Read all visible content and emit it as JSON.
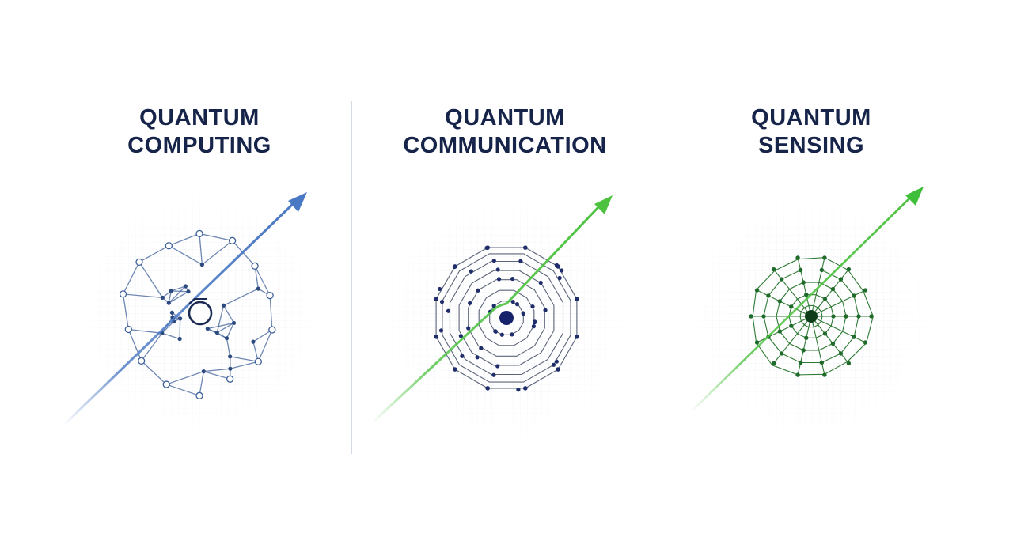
{
  "panels": [
    {
      "id": "computing",
      "title_line1": "QUANTUM",
      "title_line2": "COMPUTING",
      "network_icon": "quantum-network-icon",
      "arrow_icon": "growth-arrow-icon",
      "colors": {
        "network": "#3d5f9a",
        "arrow": "#4a78c4",
        "center": "#1a2a52"
      }
    },
    {
      "id": "communication",
      "title_line1": "QUANTUM",
      "title_line2": "COMMUNICATION",
      "network_icon": "concentric-network-icon",
      "arrow_icon": "growth-arrow-icon",
      "colors": {
        "network": "#5b6478",
        "node": "#1f2d6b",
        "arrow": "#4cc23f",
        "center": "#16226a"
      }
    },
    {
      "id": "sensing",
      "title_line1": "QUANTUM",
      "title_line2": "SENSING",
      "network_icon": "web-network-icon",
      "arrow_icon": "growth-arrow-icon",
      "colors": {
        "network": "#2f7a34",
        "node": "#1e6b2a",
        "arrow": "#3fbe3a",
        "center": "#0e3d1a"
      }
    }
  ]
}
